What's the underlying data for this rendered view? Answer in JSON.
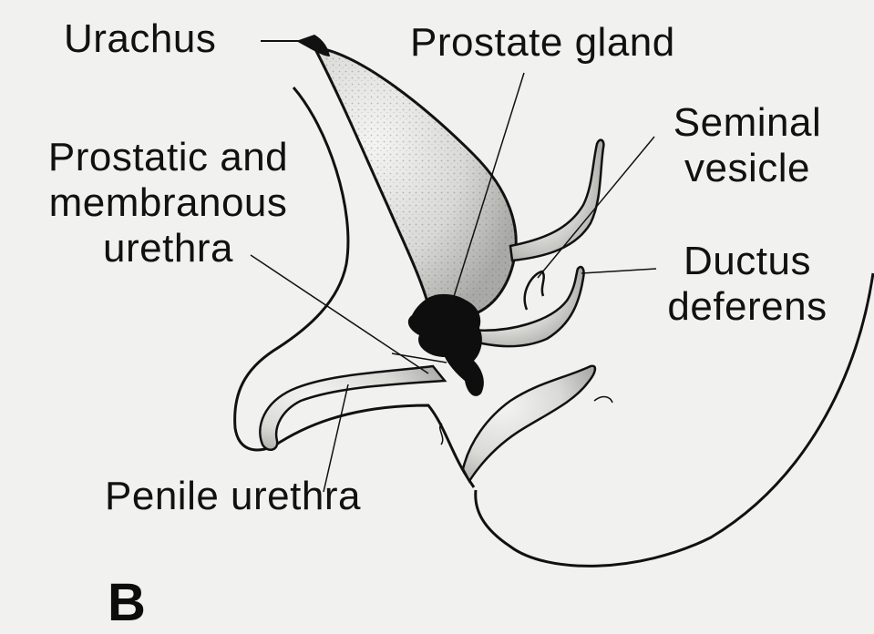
{
  "panel_letter": "B",
  "labels": {
    "urachus": "Urachus",
    "prostate_gland": "Prostate gland",
    "seminal_vesicle_line1": "Seminal",
    "seminal_vesicle_line2": "vesicle",
    "prostatic_urethra_line1": "Prostatic and",
    "prostatic_urethra_line2": "membranous",
    "prostatic_urethra_line3": "urethra",
    "ductus_deferens_line1": "Ductus",
    "ductus_deferens_line2": "deferens",
    "penile_urethra": "Penile urethra"
  },
  "colors": {
    "background": "#f1f1ef",
    "ink": "#111111",
    "stipple": "#555555"
  }
}
